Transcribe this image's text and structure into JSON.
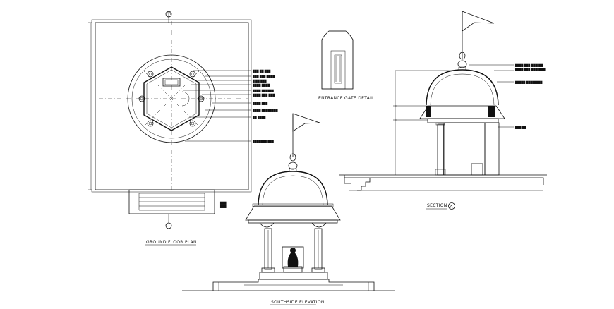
{
  "drawing": {
    "plan_title": "GROUND FLOOR PLAN",
    "gate_title": "ENTRANCE GATE DETAIL",
    "section_title": "SECTION",
    "section_marker": "A",
    "elevation_title": "SOUTHSIDE ELEVATION"
  }
}
